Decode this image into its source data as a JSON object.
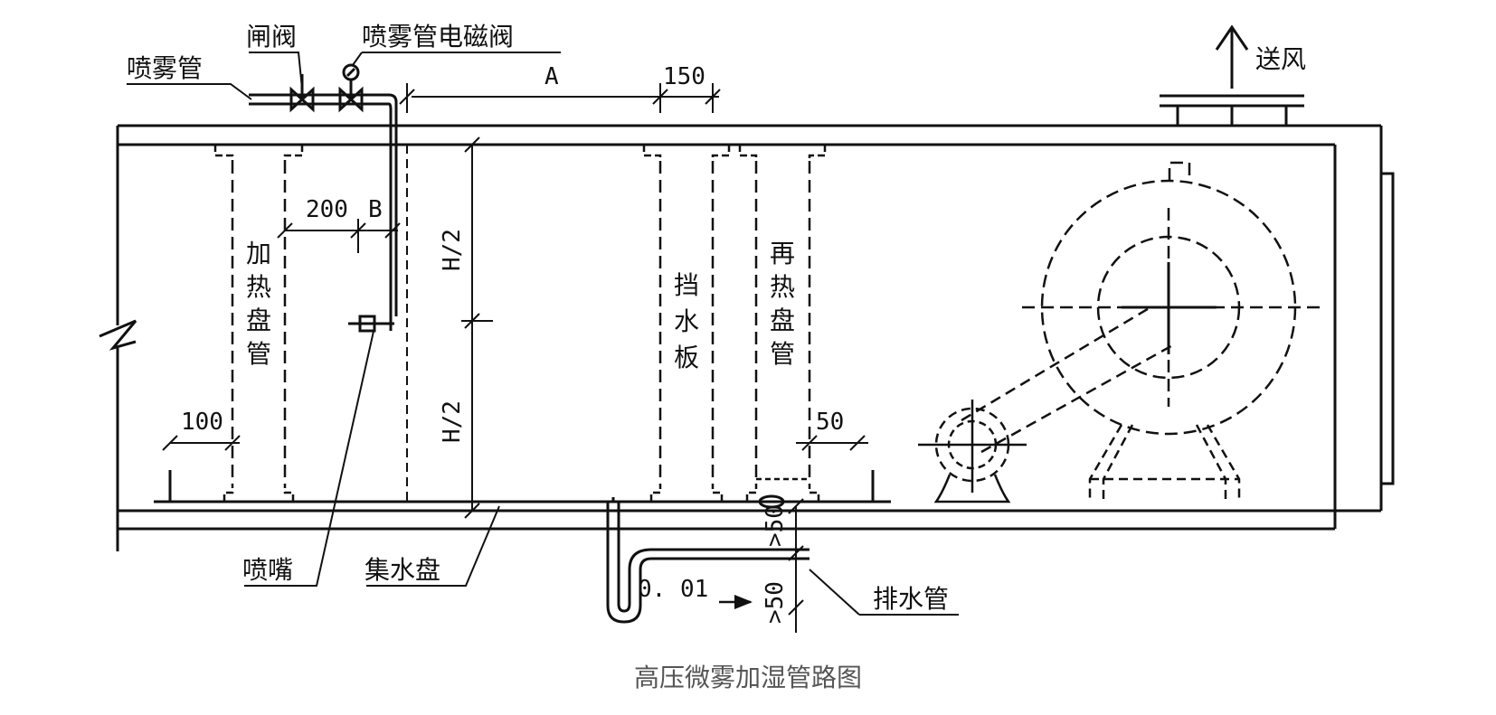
{
  "caption": "高压微雾加湿管路图",
  "labels": {
    "spray_pipe": "喷雾管",
    "gate_valve": "闸阀",
    "solenoid_valve": "喷雾管电磁阀",
    "supply_air": "送风",
    "nozzle": "喷嘴",
    "drip_pan": "集水盘",
    "drain_pipe": "排水管",
    "heating_coil": [
      "加",
      "热",
      "盘",
      "管"
    ],
    "eliminator": [
      "挡",
      "水",
      "板"
    ],
    "reheat_coil": [
      "再",
      "热",
      "盘",
      "管"
    ]
  },
  "dimensions": {
    "a": "A",
    "d150": "150",
    "d200": "200",
    "b": "B",
    "h_half_top": "H/2",
    "h_half_bottom": "H/2",
    "d100": "100",
    "d50": "50",
    "slope": "0. 01",
    "gte50_top": ">50",
    "gte50_bottom": ">50"
  }
}
